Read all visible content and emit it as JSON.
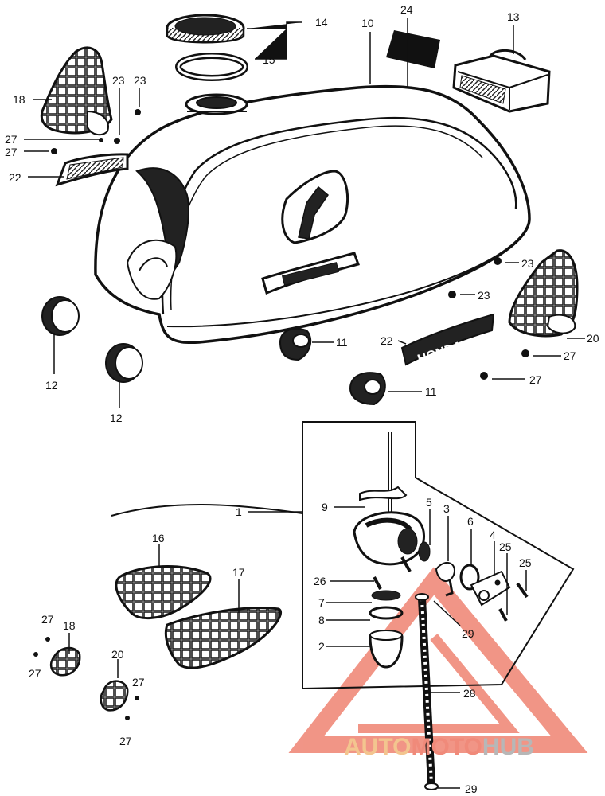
{
  "callouts": {
    "c1": "1",
    "c2": "2",
    "c3": "3",
    "c4": "4",
    "c5": "5",
    "c6": "6",
    "c7": "7",
    "c8": "8",
    "c9": "9",
    "c10": "10",
    "c11a": "11",
    "c11b": "11",
    "c12a": "12",
    "c12b": "12",
    "c13": "13",
    "c14": "14",
    "c15": "15",
    "c16": "16",
    "c17": "17",
    "c18a": "18",
    "c18b": "18",
    "c20a": "20",
    "c20b": "20",
    "c22a": "22",
    "c22b": "22",
    "c23a": "23",
    "c23b": "23",
    "c23c": "23",
    "c23d": "23",
    "c24": "24",
    "c25a": "25",
    "c25b": "25",
    "c26": "26",
    "c27a": "27",
    "c27b": "27",
    "c27c": "27",
    "c27d": "27",
    "c27e": "27",
    "c27f": "27",
    "c27g": "27",
    "c27h": "27",
    "c28": "28",
    "c29a": "29",
    "c29b": "29"
  },
  "emblem_text": "HONDA",
  "watermark": {
    "part1": "AUTO",
    "part2": "MOTO",
    "part3": "HUB",
    "color1": "#f3c58f",
    "color2": "#f08a7a",
    "color3": "#b7b7b7"
  }
}
